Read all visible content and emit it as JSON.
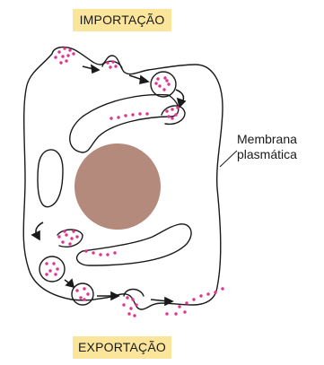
{
  "labels": {
    "import": "IMPORTAÇÃO",
    "export": "EXPORTAÇÃO",
    "membrane_line1": "Membrana",
    "membrane_line2": "plasmática"
  },
  "colors": {
    "banner": "#fbe59a",
    "cargo": "#e0338f",
    "nucleus": "#b48a7c",
    "outline": "#1a1a1a"
  }
}
